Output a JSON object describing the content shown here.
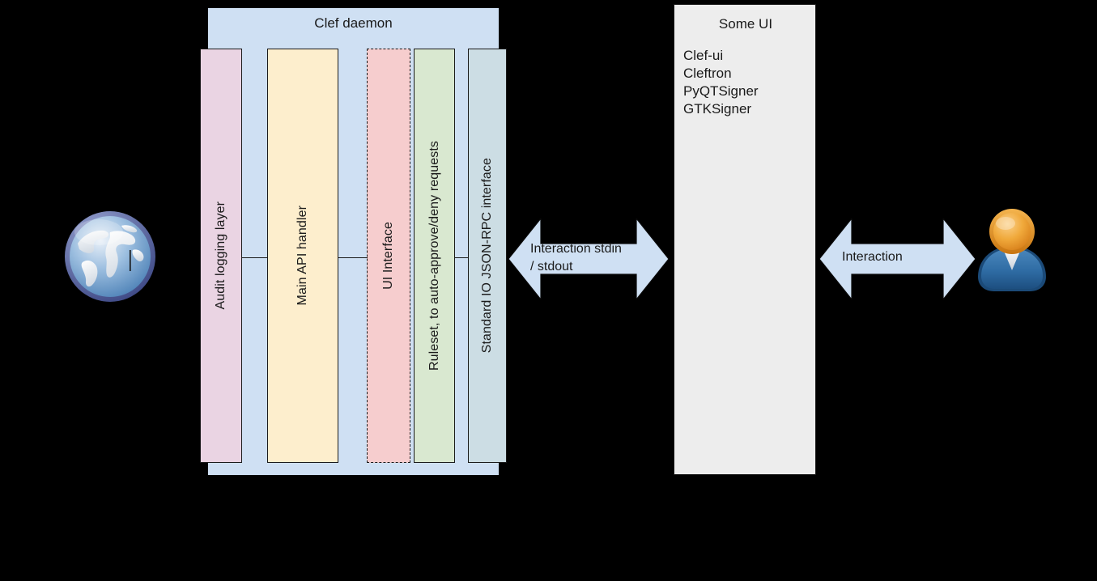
{
  "diagram": {
    "clef_daemon": {
      "title": "Clef daemon",
      "layers": [
        {
          "name": "audit-logging",
          "label": "Audit logging layer",
          "color": "#ead4e3"
        },
        {
          "name": "main-api",
          "label": "Main API handler",
          "color": "#fdeecd"
        },
        {
          "name": "ui-interface",
          "label": "UI Interface",
          "color": "#f6cdce"
        },
        {
          "name": "ruleset",
          "label": "Ruleset, to auto-approve/deny requests",
          "color": "#d9e8d0"
        },
        {
          "name": "stdio-rpc",
          "label": "Standard IO JSON-RPC interface",
          "color": "#ccdde4"
        }
      ]
    },
    "some_ui": {
      "title": "Some UI",
      "items": [
        "Clef-ui",
        "Cleftron",
        "PyQTSigner",
        "GTKSigner"
      ]
    },
    "arrows": [
      {
        "name": "stdio",
        "label": "Interaction stdin / stdout",
        "line1": "Interaction stdin",
        "line2": "/ stdout",
        "color": "#cfe0f3"
      },
      {
        "name": "user",
        "label": "Interaction",
        "color": "#cfe0f3"
      }
    ],
    "icons": {
      "globe": "globe-icon",
      "user": "user-icon"
    },
    "colors": {
      "panel_blue": "#cfe0f3",
      "panel_grey": "#ededed",
      "outline": "#1a1a1a",
      "background": "#000000"
    }
  }
}
